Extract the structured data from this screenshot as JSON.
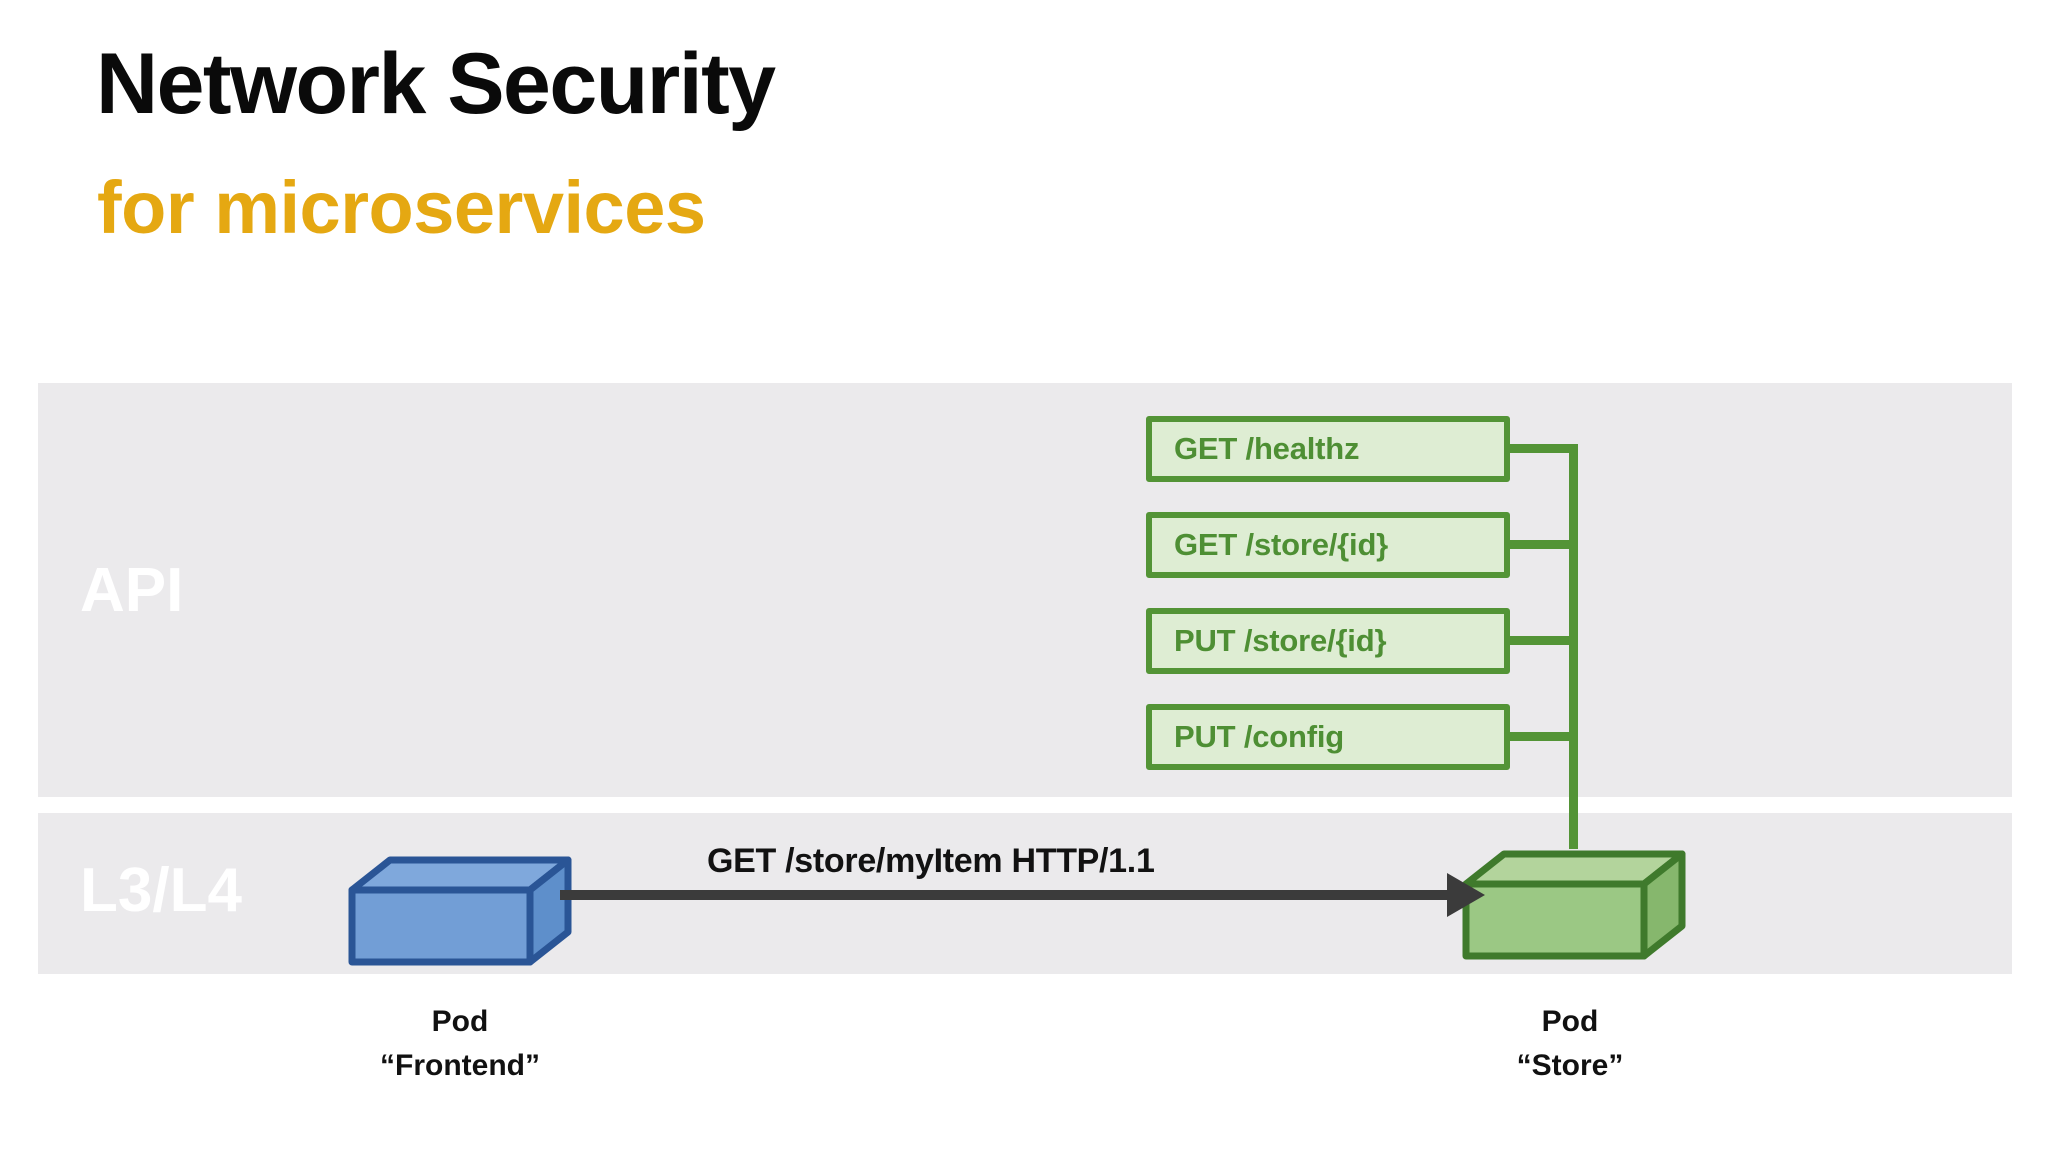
{
  "title": {
    "main": "Network Security",
    "sub": "for microservices",
    "accent_color": "#E5A812"
  },
  "layers": [
    {
      "id": "api",
      "label": "API"
    },
    {
      "id": "l3l4",
      "label": "L3/L4"
    }
  ],
  "api_endpoints": [
    {
      "method": "GET",
      "path": "/healthz",
      "text": "GET /healthz"
    },
    {
      "method": "GET",
      "path": "/store/{id}",
      "text": "GET /store/{id}"
    },
    {
      "method": "PUT",
      "path": "/store/{id}",
      "text": "PUT /store/{id}"
    },
    {
      "method": "PUT",
      "path": "/config",
      "text": "PUT /config"
    }
  ],
  "pods": [
    {
      "id": "frontend",
      "kind_label": "Pod",
      "name_label": "“Frontend”",
      "color": "#6D9BD5",
      "border_color": "#2A5596"
    },
    {
      "id": "store",
      "kind_label": "Pod",
      "name_label": "“Store”",
      "color": "#9BC884",
      "border_color": "#3F7A2C"
    }
  ],
  "request": {
    "label": "GET /store/myItem HTTP/1.1",
    "arrow_color": "#3B3B3B"
  },
  "colors": {
    "band_background": "#EBEAEC",
    "band_label": "#FFFFFF",
    "api_box_fill": "#DEEDD3",
    "api_box_border": "#539436",
    "api_box_text": "#4E8F34",
    "page_background": "#FFFFFF"
  }
}
